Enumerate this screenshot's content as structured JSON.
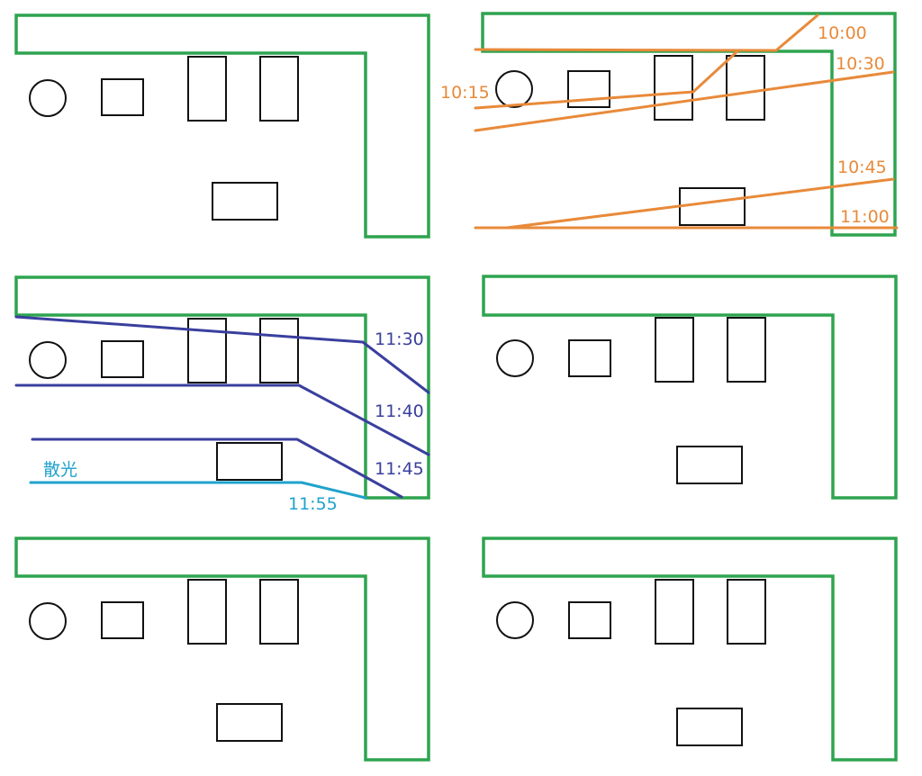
{
  "colors": {
    "wall": "#2ea44f",
    "object": "#111111",
    "morning": "#e88a3a",
    "midday": "#3a3f9e",
    "diffuse": "#1fa2cc"
  },
  "panels": [
    {
      "id": "p1",
      "annotations": []
    },
    {
      "id": "p2",
      "annotations": [
        "10:00",
        "10:15",
        "10:30",
        "10:45",
        "11:00"
      ]
    },
    {
      "id": "p3",
      "annotations": [
        "11:30",
        "11:40",
        "11:45",
        "11:55",
        "散光"
      ]
    },
    {
      "id": "p4",
      "annotations": []
    },
    {
      "id": "p5",
      "annotations": []
    },
    {
      "id": "p6",
      "annotations": []
    }
  ]
}
